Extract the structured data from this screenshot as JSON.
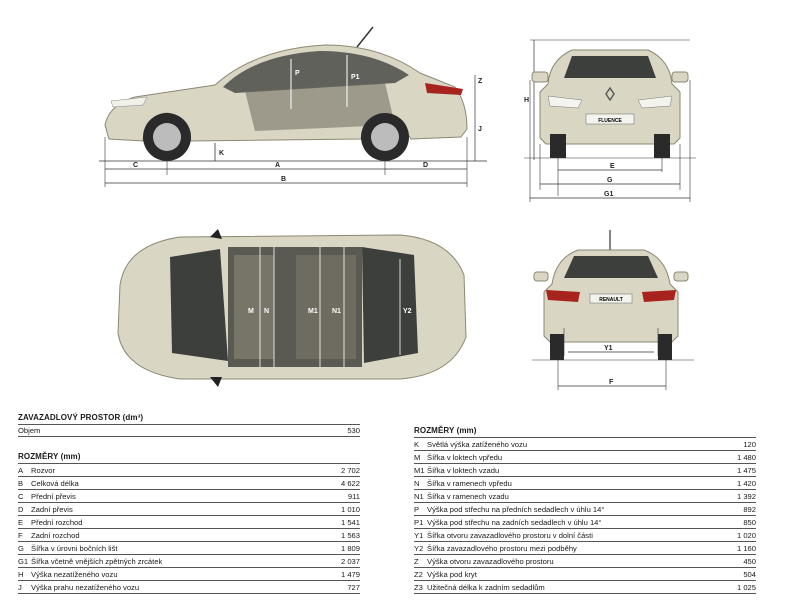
{
  "diagram": {
    "side_labels": {
      "c": "C",
      "k": "K",
      "a": "A",
      "d": "D",
      "b": "B",
      "z": "Z",
      "j": "J",
      "p": "P",
      "p1": "P1"
    },
    "front_labels": {
      "h": "H",
      "e": "E",
      "g": "G",
      "g1": "G1",
      "plate": "FLUENCE"
    },
    "top_labels": {
      "m": "M",
      "n": "N",
      "m1": "M1",
      "n1": "N1",
      "y2": "Y2"
    },
    "rear_labels": {
      "y1": "Y1",
      "f": "F",
      "plate": "RENAULT"
    }
  },
  "luggage": {
    "title": "ZAVAZADLOVÝ PROSTOR (dm³)",
    "rows": [
      {
        "label": "Objem",
        "value": "530"
      }
    ]
  },
  "dims_left": {
    "title": "ROZMĚRY (mm)",
    "rows": [
      {
        "code": "A",
        "label": "Rozvor",
        "value": "2 702"
      },
      {
        "code": "B",
        "label": "Celková délka",
        "value": "4 622"
      },
      {
        "code": "C",
        "label": "Přední převis",
        "value": "911"
      },
      {
        "code": "D",
        "label": "Zadní převis",
        "value": "1 010"
      },
      {
        "code": "E",
        "label": "Přední rozchod",
        "value": "1 541"
      },
      {
        "code": "F",
        "label": "Zadní rozchod",
        "value": "1 563"
      },
      {
        "code": "G",
        "label": "Šířka v úrovni bočních lišt",
        "value": "1 809"
      },
      {
        "code": "G1",
        "label": "Šířka včetně vnějších zpětných zrcátek",
        "value": "2 037"
      },
      {
        "code": "H",
        "label": "Výška nezatíženého vozu",
        "value": "1 479"
      },
      {
        "code": "J",
        "label": "Výška prahu nezatíženého vozu",
        "value": "727"
      }
    ]
  },
  "dims_right": {
    "title": "ROZMĚRY (mm)",
    "rows": [
      {
        "code": "K",
        "label": "Světlá výška zatíženého vozu",
        "value": "120"
      },
      {
        "code": "M",
        "label": "Šířka v loktech vpředu",
        "value": "1 480"
      },
      {
        "code": "M1",
        "label": "Šířka v loktech vzadu",
        "value": "1 475"
      },
      {
        "code": "N",
        "label": "Šířka v ramenech vpředu",
        "value": "1 420"
      },
      {
        "code": "N1",
        "label": "Šířka v ramenech vzadu",
        "value": "1 392"
      },
      {
        "code": "P",
        "label": "Výška pod střechu na předních sedadlech v úhlu 14°",
        "value": "892"
      },
      {
        "code": "P1",
        "label": "Výška pod střechu na zadních sedadlech v úhlu 14°",
        "value": "850"
      },
      {
        "code": "Y1",
        "label": "Šířka otvoru zavazadlového prostoru v dolní části",
        "value": "1 020"
      },
      {
        "code": "Y2",
        "label": "Šířka zavazadlového prostoru mezi podběhy",
        "value": "1 160"
      },
      {
        "code": "Z",
        "label": "Výška otvoru zavazadlového prostoru",
        "value": "450"
      },
      {
        "code": "Z2",
        "label": "Výška pod kryt",
        "value": "504"
      },
      {
        "code": "Z3",
        "label": "Užitečná délka k zadním sedadlům",
        "value": "1 025"
      }
    ]
  },
  "colors": {
    "car_body": "#d9d6c4",
    "car_shadow": "#a9a591",
    "glass": "#3d3f3c",
    "tire": "#2a2a2a",
    "dim_line": "#333333"
  }
}
